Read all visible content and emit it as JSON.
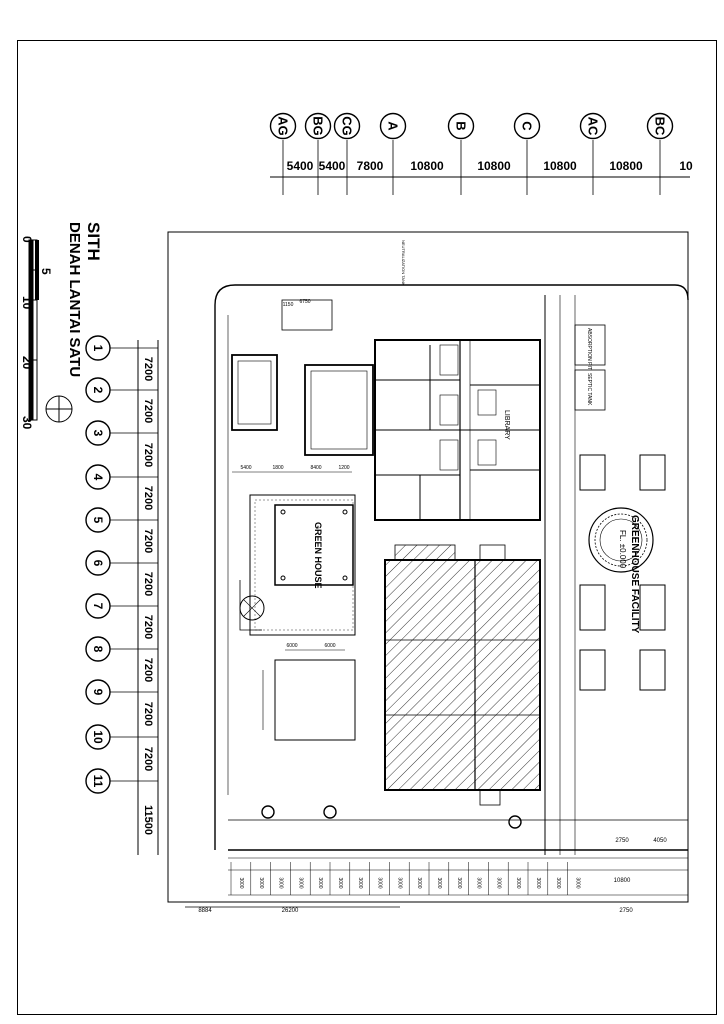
{
  "drawing": {
    "title": "SITH",
    "subtitle": "DENAH LANTAI SATU",
    "scale_ticks": [
      "0",
      "5",
      "10",
      "20",
      "30"
    ]
  },
  "grid": {
    "columns": [
      "AG",
      "BG",
      "CG",
      "A",
      "B",
      "C",
      "AC",
      "BC"
    ],
    "column_spacings": [
      "5400",
      "5400",
      "7800",
      "10800",
      "10800",
      "10800",
      "10800",
      "10"
    ],
    "rows": [
      "1",
      "2",
      "3",
      "4",
      "5",
      "6",
      "7",
      "8",
      "9",
      "10",
      "11"
    ],
    "row_spacings": [
      "7200",
      "7200",
      "7200",
      "7200",
      "7200",
      "7200",
      "7200",
      "7200",
      "7200",
      "7200",
      "11500"
    ]
  },
  "rooms": {
    "green_house": "GREEN HOUSE",
    "library": "LIBRARY",
    "greenhouse_facility": "GREENHOUSE FACILITY",
    "absorption_pit": "ABSORPTION PIT",
    "septic_tank": "SEPTIC TANK",
    "neutralization_tank": "NEUTRALIZATION TANK",
    "fl_level": "FL. ±0.000"
  },
  "bottom_dims": [
    "8884",
    "26200",
    "2750",
    "4050",
    "2750",
    "10800"
  ],
  "bottom_bays": [
    "3000",
    "3000",
    "3000",
    "3000",
    "3000",
    "3000",
    "3000",
    "3000",
    "3000",
    "3000",
    "3000",
    "3000",
    "3000",
    "3000",
    "3000",
    "3000",
    "3000",
    "3000"
  ],
  "inner_dims": [
    "5400",
    "1800",
    "8400",
    "1200",
    "6000",
    "6000",
    "6750",
    "1150"
  ]
}
